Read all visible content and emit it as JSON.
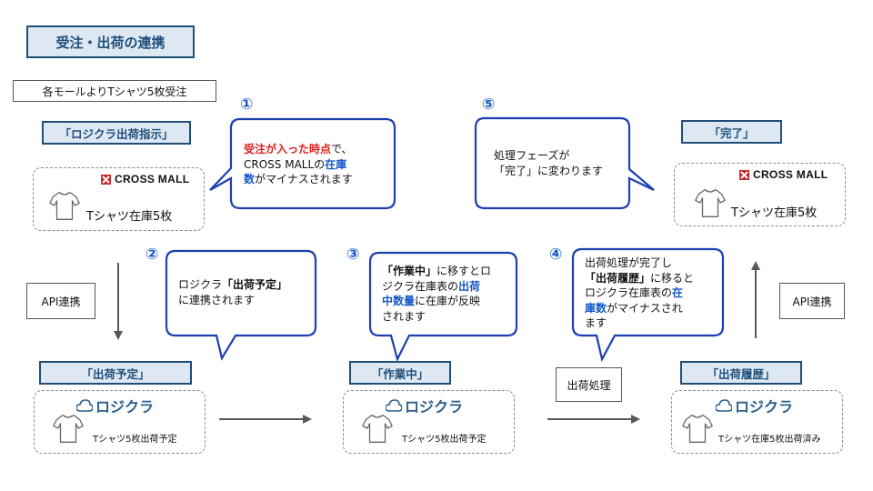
{
  "title": "受注・出荷の連携",
  "note": "各モールよりTシャツ5枚受注",
  "numbers": [
    "①",
    "②",
    "③",
    "④",
    "⑤"
  ],
  "stages": {
    "shiji": {
      "label": "「ロジクラ出荷指示」",
      "logo": "CROSS MALL",
      "text": "Tシャツ在庫5枚"
    },
    "kanryo": {
      "label": "「完了」",
      "logo": "CROSS MALL",
      "text": "Tシャツ在庫5枚"
    },
    "yotei": {
      "label": "「出荷予定」",
      "logo": "ロジクラ",
      "text": "Tシャツ5枚出荷予定"
    },
    "sagyo": {
      "label": "「作業中」",
      "logo": "ロジクラ",
      "text": "Tシャツ5枚出荷予定"
    },
    "rireki": {
      "label": "「出荷履歴」",
      "logo": "ロジクラ",
      "text": "Tシャツ在庫5枚出荷済み"
    }
  },
  "connectors": {
    "api_left": "API連携",
    "api_right": "API連携",
    "shipping": "出荷処理"
  },
  "bubbles": {
    "b1": {
      "l1_red": "受注が入った時点",
      "l1_rest": "で、",
      "l2a": "CROSS MALLの",
      "l2b": "在庫",
      "l3a": "数",
      "l3b": "がマイナスされます"
    },
    "b2": {
      "l1a": "ロジクラ",
      "l1b": "「出荷予定」",
      "l2": "に連携されます"
    },
    "b3": {
      "l1a": "「作業中」",
      "l1b": "に移すとロ",
      "l2a": "ジクラ在庫表の",
      "l2b": "出荷",
      "l3a": "中数量",
      "l3b": "に在庫が反映",
      "l4": "されます"
    },
    "b4": {
      "l1": "出荷処理が完了し",
      "l2a": "「出荷履歴」",
      "l2b": "に移ると",
      "l3a": "ロジクラ在庫表の",
      "l3b": "在",
      "l4a": "庫数",
      "l4b": "がマイナスされ",
      "l5": "ます"
    },
    "b5": {
      "l1": "処理フェーズが",
      "l2": "「完了」に変わります"
    }
  },
  "colors": {
    "accent": "#1659c7",
    "bubble_border": "#1d3fb0",
    "highlight": "#e0201b",
    "stage_border": "#1f4e79",
    "stage_fill": "#dde8f3"
  }
}
